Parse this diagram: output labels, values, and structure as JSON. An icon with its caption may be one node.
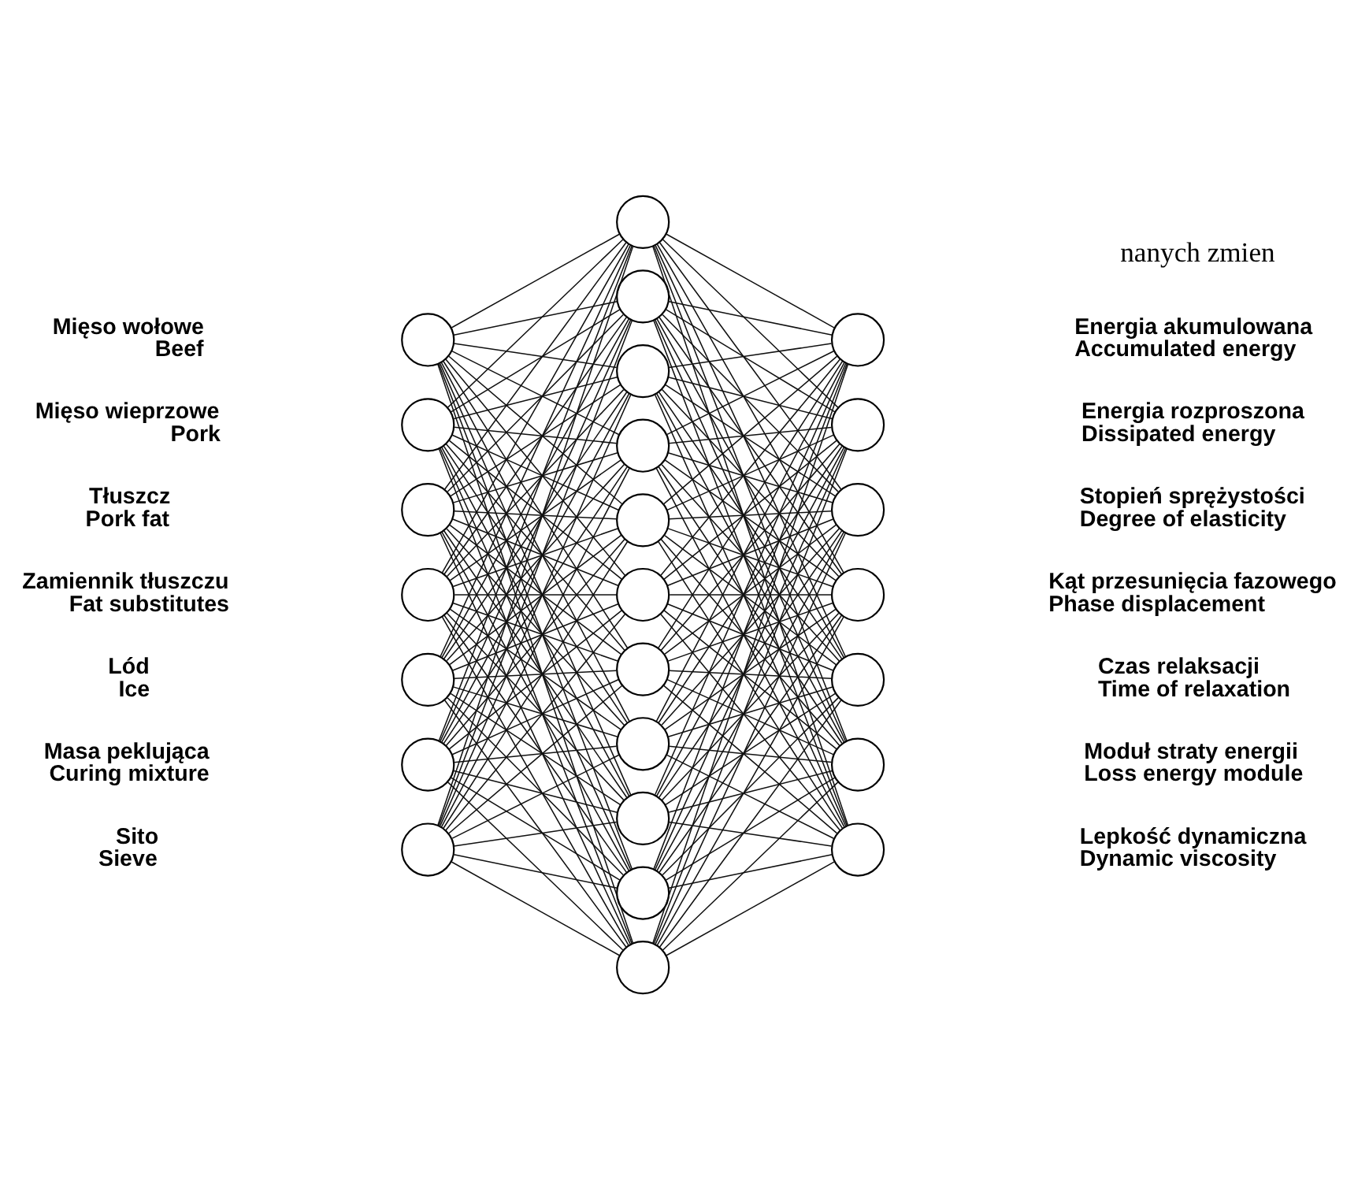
{
  "diagram": {
    "nodes": [
      {
        "text": [],
        "shape": "circle",
        "beside": [
          "Mięso wołowe",
          "Beef"
        ]
      },
      {
        "text": [],
        "shape": "circle",
        "beside": [
          "Mięso wieprzowe",
          "Pork"
        ]
      },
      {
        "text": [],
        "shape": "circle",
        "beside": [
          "Tłuszcz",
          "Pork fat"
        ]
      },
      {
        "text": [],
        "shape": "circle",
        "beside": [
          "Zamiennik tłuszczu",
          "Fat substitutes"
        ]
      },
      {
        "text": [],
        "shape": "circle",
        "beside": [
          "Lód",
          "Ice"
        ]
      },
      {
        "text": [],
        "shape": "circle",
        "beside": [
          "Masa peklująca",
          "Curing mixture"
        ]
      },
      {
        "text": [],
        "shape": "circle",
        "beside": [
          "Sito",
          "Sieve"
        ]
      },
      {
        "text": [],
        "shape": "circle"
      },
      {
        "text": [],
        "shape": "circle"
      },
      {
        "text": [],
        "shape": "circle"
      },
      {
        "text": [],
        "shape": "circle"
      },
      {
        "text": [],
        "shape": "circle"
      },
      {
        "text": [],
        "shape": "circle"
      },
      {
        "text": [],
        "shape": "circle"
      },
      {
        "text": [],
        "shape": "circle"
      },
      {
        "text": [],
        "shape": "circle"
      },
      {
        "text": [],
        "shape": "circle"
      },
      {
        "text": [],
        "shape": "circle"
      },
      {
        "text": [],
        "shape": "circle",
        "beside": [
          "Energia akumulowana",
          "Accumulated energy"
        ]
      },
      {
        "text": [],
        "shape": "circle",
        "beside": [
          "Energia rozproszona",
          "Dissipated energy"
        ]
      },
      {
        "text": [],
        "shape": "circle",
        "beside": [
          "Stopień sprężystości",
          "Degree of elasticity"
        ]
      },
      {
        "text": [],
        "shape": "circle",
        "beside": [
          "Kąt przesunięcia fazowego",
          "Phase displacement"
        ]
      },
      {
        "text": [],
        "shape": "circle",
        "beside": [
          "Czas relaksacji",
          "Time of relaxation"
        ]
      },
      {
        "text": [],
        "shape": "circle",
        "beside": [
          "Moduł straty energii",
          "Loss energy module"
        ]
      },
      {
        "text": [],
        "shape": "circle",
        "beside": [
          "Lepkość dynamiczna",
          "Dynamic viscosity"
        ]
      }
    ],
    "edges": [
      {
        "from": 0,
        "to": 7,
        "arrow": "none"
      },
      {
        "from": 0,
        "to": 8,
        "arrow": "none"
      },
      {
        "from": 0,
        "to": 9,
        "arrow": "none"
      },
      {
        "from": 0,
        "to": 10,
        "arrow": "none"
      },
      {
        "from": 0,
        "to": 11,
        "arrow": "none"
      },
      {
        "from": 0,
        "to": 12,
        "arrow": "none"
      },
      {
        "from": 0,
        "to": 13,
        "arrow": "none"
      },
      {
        "from": 0,
        "to": 14,
        "arrow": "none"
      },
      {
        "from": 0,
        "to": 15,
        "arrow": "none"
      },
      {
        "from": 0,
        "to": 16,
        "arrow": "none"
      },
      {
        "from": 0,
        "to": 17,
        "arrow": "none"
      },
      {
        "from": 1,
        "to": 7,
        "arrow": "none"
      },
      {
        "from": 1,
        "to": 8,
        "arrow": "none"
      },
      {
        "from": 1,
        "to": 9,
        "arrow": "none"
      },
      {
        "from": 1,
        "to": 10,
        "arrow": "none"
      },
      {
        "from": 1,
        "to": 11,
        "arrow": "none"
      },
      {
        "from": 1,
        "to": 12,
        "arrow": "none"
      },
      {
        "from": 1,
        "to": 13,
        "arrow": "none"
      },
      {
        "from": 1,
        "to": 14,
        "arrow": "none"
      },
      {
        "from": 1,
        "to": 15,
        "arrow": "none"
      },
      {
        "from": 1,
        "to": 16,
        "arrow": "none"
      },
      {
        "from": 1,
        "to": 17,
        "arrow": "none"
      },
      {
        "from": 2,
        "to": 7,
        "arrow": "none"
      },
      {
        "from": 2,
        "to": 8,
        "arrow": "none"
      },
      {
        "from": 2,
        "to": 9,
        "arrow": "none"
      },
      {
        "from": 2,
        "to": 10,
        "arrow": "none"
      },
      {
        "from": 2,
        "to": 11,
        "arrow": "none"
      },
      {
        "from": 2,
        "to": 12,
        "arrow": "none"
      },
      {
        "from": 2,
        "to": 13,
        "arrow": "none"
      },
      {
        "from": 2,
        "to": 14,
        "arrow": "none"
      },
      {
        "from": 2,
        "to": 15,
        "arrow": "none"
      },
      {
        "from": 2,
        "to": 16,
        "arrow": "none"
      },
      {
        "from": 2,
        "to": 17,
        "arrow": "none"
      },
      {
        "from": 3,
        "to": 7,
        "arrow": "none"
      },
      {
        "from": 3,
        "to": 8,
        "arrow": "none"
      },
      {
        "from": 3,
        "to": 9,
        "arrow": "none"
      },
      {
        "from": 3,
        "to": 10,
        "arrow": "none"
      },
      {
        "from": 3,
        "to": 11,
        "arrow": "none"
      },
      {
        "from": 3,
        "to": 12,
        "arrow": "none"
      },
      {
        "from": 3,
        "to": 13,
        "arrow": "none"
      },
      {
        "from": 3,
        "to": 14,
        "arrow": "none"
      },
      {
        "from": 3,
        "to": 15,
        "arrow": "none"
      },
      {
        "from": 3,
        "to": 16,
        "arrow": "none"
      },
      {
        "from": 3,
        "to": 17,
        "arrow": "none"
      },
      {
        "from": 4,
        "to": 7,
        "arrow": "none"
      },
      {
        "from": 4,
        "to": 8,
        "arrow": "none"
      },
      {
        "from": 4,
        "to": 9,
        "arrow": "none"
      },
      {
        "from": 4,
        "to": 10,
        "arrow": "none"
      },
      {
        "from": 4,
        "to": 11,
        "arrow": "none"
      },
      {
        "from": 4,
        "to": 12,
        "arrow": "none"
      },
      {
        "from": 4,
        "to": 13,
        "arrow": "none"
      },
      {
        "from": 4,
        "to": 14,
        "arrow": "none"
      },
      {
        "from": 4,
        "to": 15,
        "arrow": "none"
      },
      {
        "from": 4,
        "to": 16,
        "arrow": "none"
      },
      {
        "from": 4,
        "to": 17,
        "arrow": "none"
      },
      {
        "from": 5,
        "to": 7,
        "arrow": "none"
      },
      {
        "from": 5,
        "to": 8,
        "arrow": "none"
      },
      {
        "from": 5,
        "to": 9,
        "arrow": "none"
      },
      {
        "from": 5,
        "to": 10,
        "arrow": "none"
      },
      {
        "from": 5,
        "to": 11,
        "arrow": "none"
      },
      {
        "from": 5,
        "to": 12,
        "arrow": "none"
      },
      {
        "from": 5,
        "to": 13,
        "arrow": "none"
      },
      {
        "from": 5,
        "to": 14,
        "arrow": "none"
      },
      {
        "from": 5,
        "to": 15,
        "arrow": "none"
      },
      {
        "from": 5,
        "to": 16,
        "arrow": "none"
      },
      {
        "from": 5,
        "to": 17,
        "arrow": "none"
      },
      {
        "from": 6,
        "to": 7,
        "arrow": "none"
      },
      {
        "from": 6,
        "to": 8,
        "arrow": "none"
      },
      {
        "from": 6,
        "to": 9,
        "arrow": "none"
      },
      {
        "from": 6,
        "to": 10,
        "arrow": "none"
      },
      {
        "from": 6,
        "to": 11,
        "arrow": "none"
      },
      {
        "from": 6,
        "to": 12,
        "arrow": "none"
      },
      {
        "from": 6,
        "to": 13,
        "arrow": "none"
      },
      {
        "from": 6,
        "to": 14,
        "arrow": "none"
      },
      {
        "from": 6,
        "to": 15,
        "arrow": "none"
      },
      {
        "from": 6,
        "to": 16,
        "arrow": "none"
      },
      {
        "from": 6,
        "to": 17,
        "arrow": "none"
      },
      {
        "from": 7,
        "to": 18,
        "arrow": "none"
      },
      {
        "from": 7,
        "to": 19,
        "arrow": "none"
      },
      {
        "from": 7,
        "to": 20,
        "arrow": "none"
      },
      {
        "from": 7,
        "to": 21,
        "arrow": "none"
      },
      {
        "from": 7,
        "to": 22,
        "arrow": "none"
      },
      {
        "from": 7,
        "to": 23,
        "arrow": "none"
      },
      {
        "from": 7,
        "to": 24,
        "arrow": "none"
      },
      {
        "from": 8,
        "to": 18,
        "arrow": "none"
      },
      {
        "from": 8,
        "to": 19,
        "arrow": "none"
      },
      {
        "from": 8,
        "to": 20,
        "arrow": "none"
      },
      {
        "from": 8,
        "to": 21,
        "arrow": "none"
      },
      {
        "from": 8,
        "to": 22,
        "arrow": "none"
      },
      {
        "from": 8,
        "to": 23,
        "arrow": "none"
      },
      {
        "from": 8,
        "to": 24,
        "arrow": "none"
      },
      {
        "from": 9,
        "to": 18,
        "arrow": "none"
      },
      {
        "from": 9,
        "to": 19,
        "arrow": "none"
      },
      {
        "from": 9,
        "to": 20,
        "arrow": "none"
      },
      {
        "from": 9,
        "to": 21,
        "arrow": "none"
      },
      {
        "from": 9,
        "to": 22,
        "arrow": "none"
      },
      {
        "from": 9,
        "to": 23,
        "arrow": "none"
      },
      {
        "from": 9,
        "to": 24,
        "arrow": "none"
      },
      {
        "from": 10,
        "to": 18,
        "arrow": "none"
      },
      {
        "from": 10,
        "to": 19,
        "arrow": "none"
      },
      {
        "from": 10,
        "to": 20,
        "arrow": "none"
      },
      {
        "from": 10,
        "to": 21,
        "arrow": "none"
      },
      {
        "from": 10,
        "to": 22,
        "arrow": "none"
      },
      {
        "from": 10,
        "to": 23,
        "arrow": "none"
      },
      {
        "from": 10,
        "to": 24,
        "arrow": "none"
      },
      {
        "from": 11,
        "to": 18,
        "arrow": "none"
      },
      {
        "from": 11,
        "to": 19,
        "arrow": "none"
      },
      {
        "from": 11,
        "to": 20,
        "arrow": "none"
      },
      {
        "from": 11,
        "to": 21,
        "arrow": "none"
      },
      {
        "from": 11,
        "to": 22,
        "arrow": "none"
      },
      {
        "from": 11,
        "to": 23,
        "arrow": "none"
      },
      {
        "from": 11,
        "to": 24,
        "arrow": "none"
      },
      {
        "from": 12,
        "to": 18,
        "arrow": "none"
      },
      {
        "from": 12,
        "to": 19,
        "arrow": "none"
      },
      {
        "from": 12,
        "to": 20,
        "arrow": "none"
      },
      {
        "from": 12,
        "to": 21,
        "arrow": "none"
      },
      {
        "from": 12,
        "to": 22,
        "arrow": "none"
      },
      {
        "from": 12,
        "to": 23,
        "arrow": "none"
      },
      {
        "from": 12,
        "to": 24,
        "arrow": "none"
      },
      {
        "from": 13,
        "to": 18,
        "arrow": "none"
      },
      {
        "from": 13,
        "to": 19,
        "arrow": "none"
      },
      {
        "from": 13,
        "to": 20,
        "arrow": "none"
      },
      {
        "from": 13,
        "to": 21,
        "arrow": "none"
      },
      {
        "from": 13,
        "to": 22,
        "arrow": "none"
      },
      {
        "from": 13,
        "to": 23,
        "arrow": "none"
      },
      {
        "from": 13,
        "to": 24,
        "arrow": "none"
      },
      {
        "from": 14,
        "to": 18,
        "arrow": "none"
      },
      {
        "from": 14,
        "to": 19,
        "arrow": "none"
      },
      {
        "from": 14,
        "to": 20,
        "arrow": "none"
      },
      {
        "from": 14,
        "to": 21,
        "arrow": "none"
      },
      {
        "from": 14,
        "to": 22,
        "arrow": "none"
      },
      {
        "from": 14,
        "to": 23,
        "arrow": "none"
      },
      {
        "from": 14,
        "to": 24,
        "arrow": "none"
      },
      {
        "from": 15,
        "to": 18,
        "arrow": "none"
      },
      {
        "from": 15,
        "to": 19,
        "arrow": "none"
      },
      {
        "from": 15,
        "to": 20,
        "arrow": "none"
      },
      {
        "from": 15,
        "to": 21,
        "arrow": "none"
      },
      {
        "from": 15,
        "to": 22,
        "arrow": "none"
      },
      {
        "from": 15,
        "to": 23,
        "arrow": "none"
      },
      {
        "from": 15,
        "to": 24,
        "arrow": "none"
      },
      {
        "from": 16,
        "to": 18,
        "arrow": "none"
      },
      {
        "from": 16,
        "to": 19,
        "arrow": "none"
      },
      {
        "from": 16,
        "to": 20,
        "arrow": "none"
      },
      {
        "from": 16,
        "to": 21,
        "arrow": "none"
      },
      {
        "from": 16,
        "to": 22,
        "arrow": "none"
      },
      {
        "from": 16,
        "to": 23,
        "arrow": "none"
      },
      {
        "from": 16,
        "to": 24,
        "arrow": "none"
      },
      {
        "from": 17,
        "to": 18,
        "arrow": "none"
      },
      {
        "from": 17,
        "to": 19,
        "arrow": "none"
      },
      {
        "from": 17,
        "to": 20,
        "arrow": "none"
      },
      {
        "from": 17,
        "to": 21,
        "arrow": "none"
      },
      {
        "from": 17,
        "to": 22,
        "arrow": "none"
      },
      {
        "from": 17,
        "to": 23,
        "arrow": "none"
      },
      {
        "from": 17,
        "to": 24,
        "arrow": "none"
      }
    ],
    "labels": [
      "nanych zmien"
    ]
  }
}
